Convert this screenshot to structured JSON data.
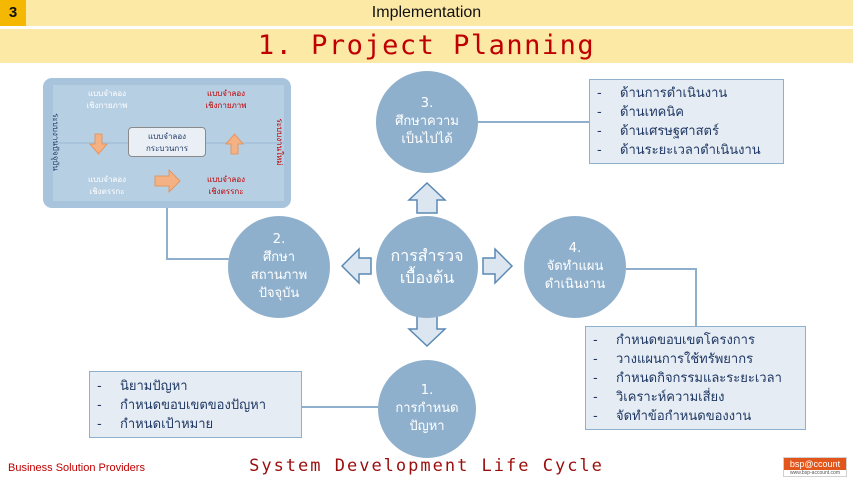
{
  "header": {
    "slide_number": "3",
    "section": "Implementation",
    "title": "1. Project Planning"
  },
  "center": {
    "line1": "การสำรวจ",
    "line2": "เบื้องต้น"
  },
  "steps": {
    "s1": {
      "num": "1.",
      "line1": "การกำหนด",
      "line2": "ปัญหา"
    },
    "s2": {
      "num": "2.",
      "line1": "ศึกษา",
      "line2": "สถานภาพ",
      "line3": "ปัจจุบัน"
    },
    "s3": {
      "num": "3.",
      "line1": "ศึกษาความ",
      "line2": "เป็นไปได้"
    },
    "s4": {
      "num": "4.",
      "line1": "จัดทำแผน",
      "line2": "ดำเนินงาน"
    }
  },
  "boxes": {
    "feasibility": [
      "ด้านการดำเนินงาน",
      "ด้านเทคนิค",
      "ด้านเศรษฐศาสตร์",
      "ด้านระยะเวลาดำเนินงาน"
    ],
    "plan": [
      "กำหนดขอบเขตโครงการ",
      "วางแผนการใช้ทรัพยากร",
      "กำหนดกิจกรรมและระยะเวลา",
      "วิเคราะห์ความเสี่ยง",
      "จัดทำข้อกำหนดของงาน"
    ],
    "problem": [
      "นิยามปัญหา",
      "กำหนดขอบเขตของปัญหา",
      "กำหนดเป้าหมาย"
    ]
  },
  "panel": {
    "left_vertical": "ระบบงานปัจจุบัน",
    "right_vertical": "ระบบงานใหม่",
    "tl1": "แบบจำลอง",
    "tl2": "เชิงกายภาพ",
    "tr1": "แบบจำลอง",
    "tr2": "เชิงกายภาพ",
    "bl1": "แบบจำลอง",
    "bl2": "เชิงตรรกะ",
    "br1": "แบบจำลอง",
    "br2": "เชิงตรรกะ",
    "center1": "แบบจำลอง",
    "center2": "กระบวนการ"
  },
  "footer": {
    "left": "Business Solution Providers",
    "title": "System Development Life Cycle",
    "logo": "bsp@ccount",
    "logo_sub": "www.bsp-account.com"
  }
}
